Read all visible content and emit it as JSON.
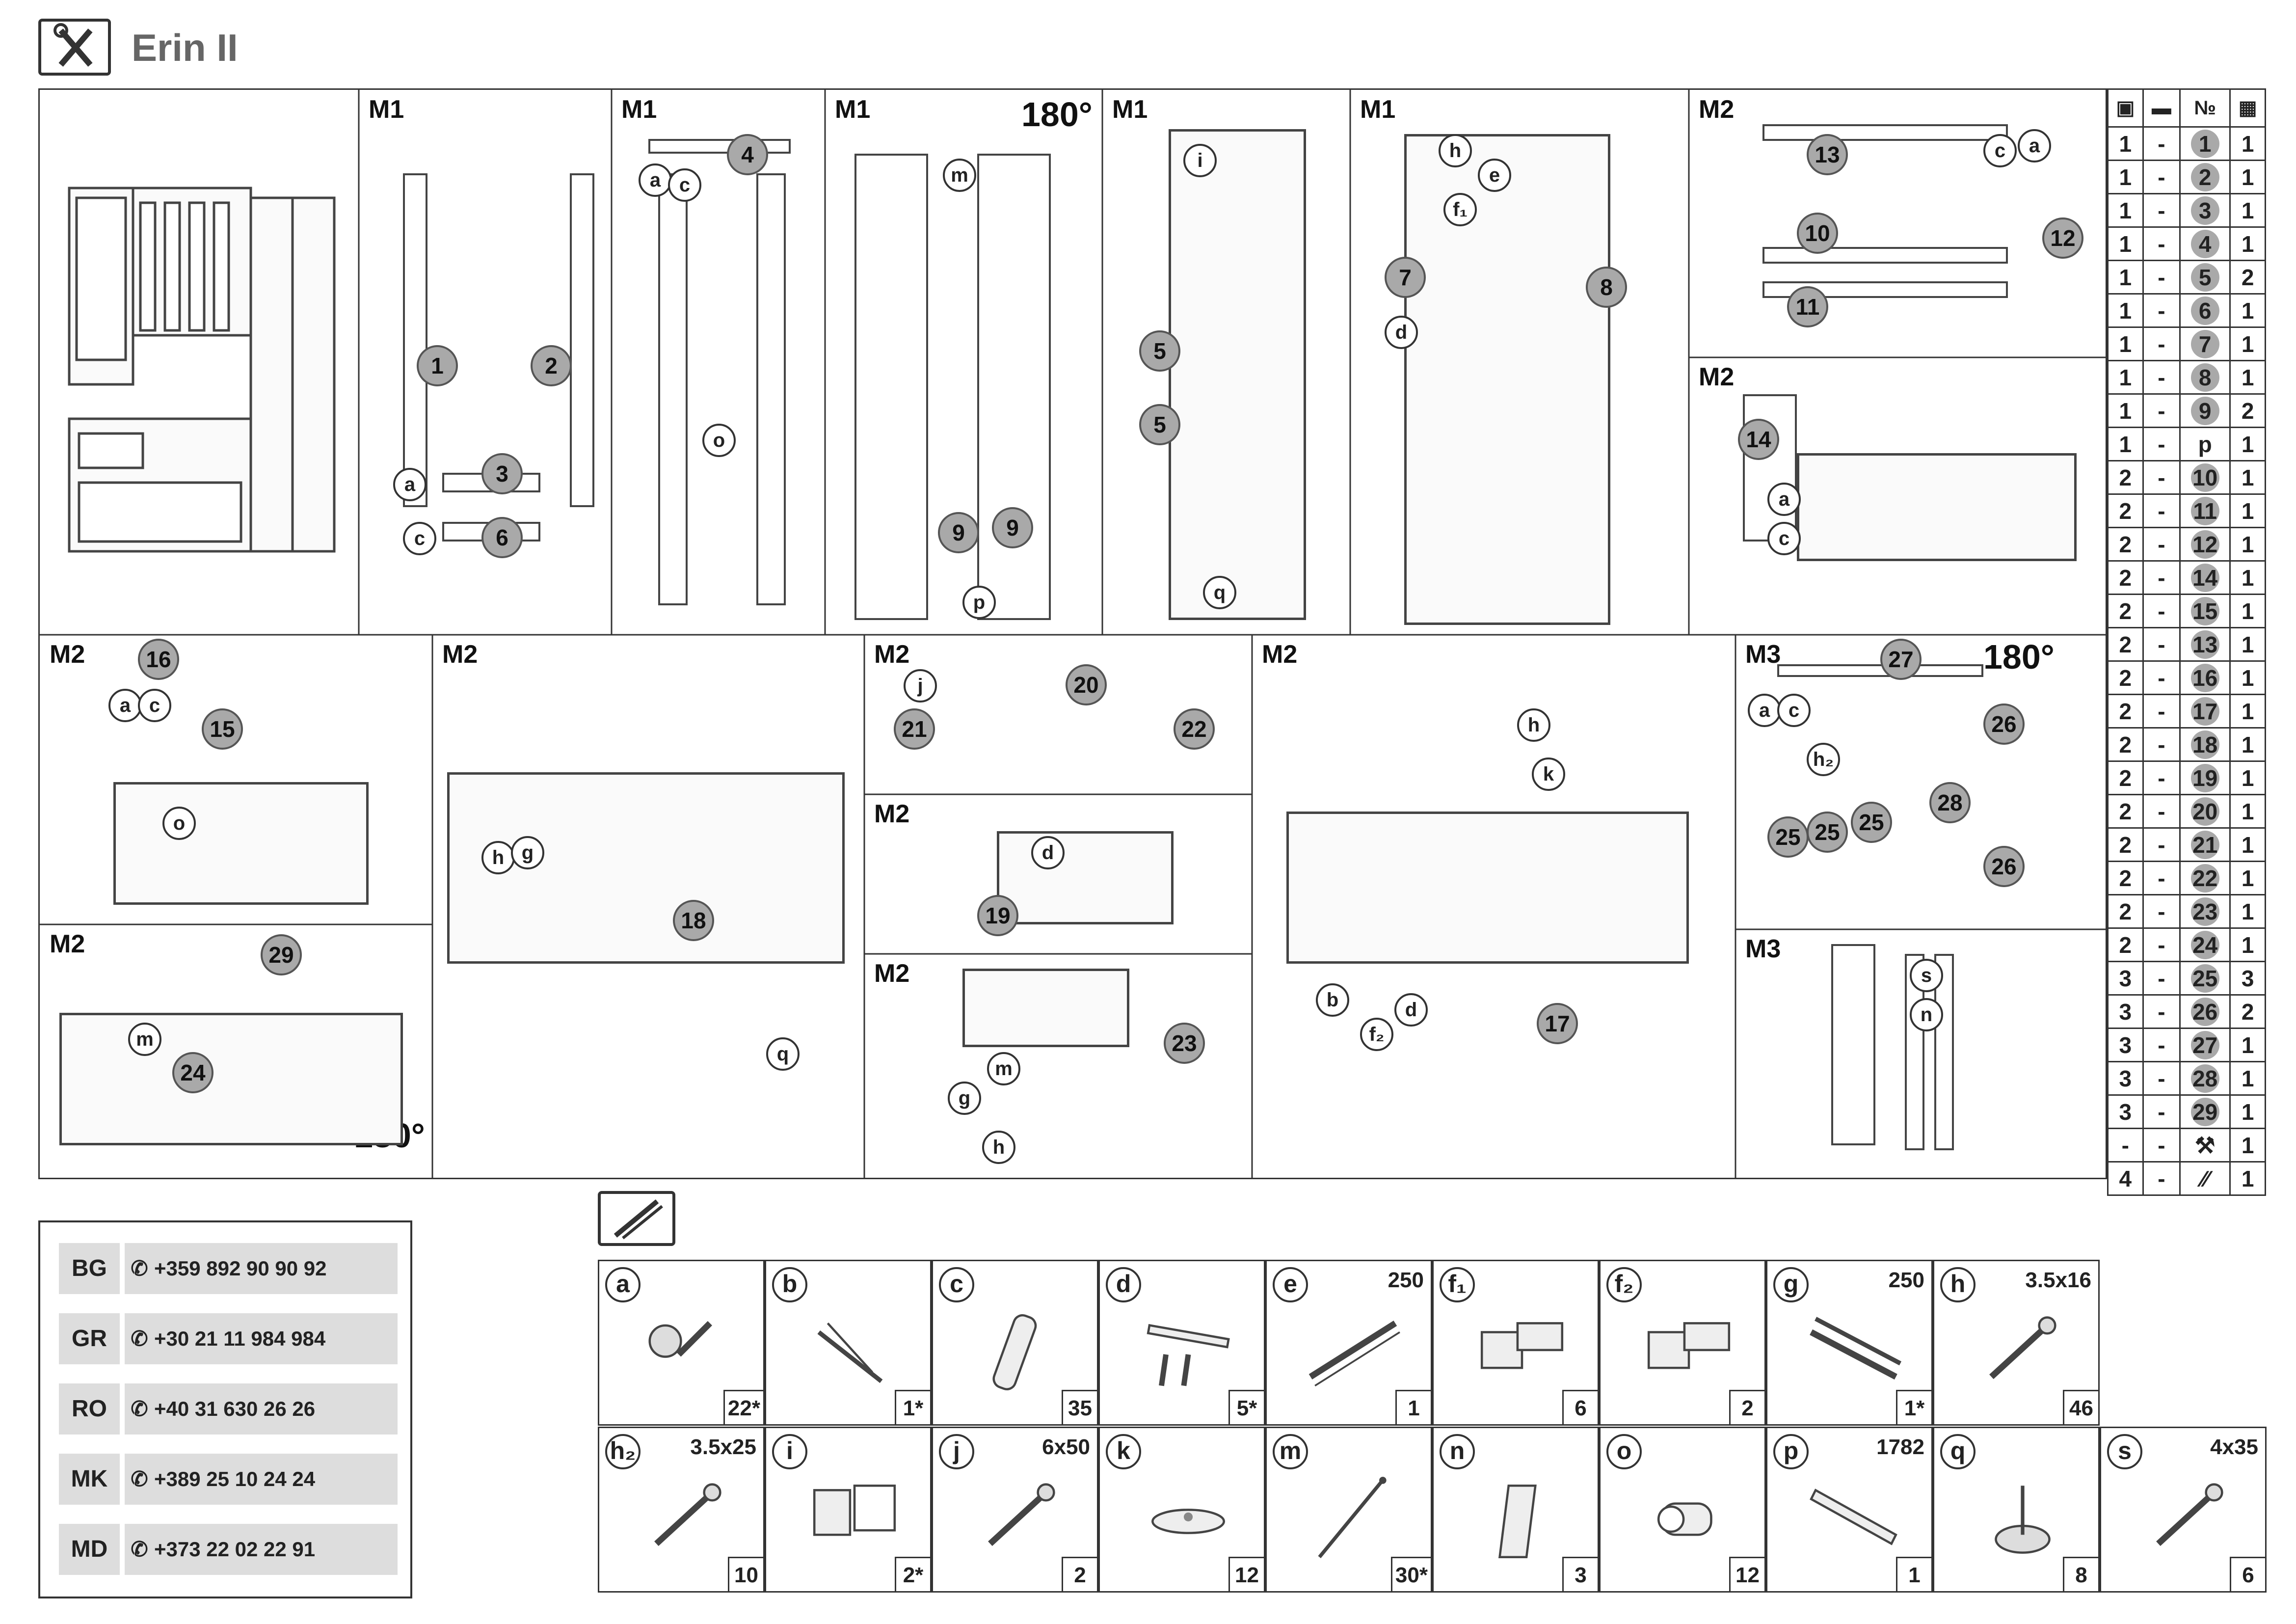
{
  "header": {
    "title": "Erin II",
    "icon": "tools-icon"
  },
  "steps": [
    {
      "label": "M1",
      "parts": [
        "1",
        "2",
        "3",
        "6"
      ],
      "fasteners": [
        "a",
        "c"
      ]
    },
    {
      "label": "M1",
      "parts": [
        "4"
      ],
      "fasteners": [
        "a",
        "c",
        "o"
      ]
    },
    {
      "label": "M1",
      "rotate": "180°",
      "parts": [
        "9",
        "9"
      ],
      "fasteners": [
        "m",
        "p"
      ]
    },
    {
      "label": "M1",
      "parts": [
        "5",
        "5"
      ],
      "fasteners": [
        "i",
        "q"
      ]
    },
    {
      "label": "M1",
      "parts": [
        "7",
        "8"
      ],
      "fasteners": [
        "h",
        "e",
        "f₁",
        "d"
      ]
    },
    {
      "label": "M2",
      "parts": [
        "13",
        "10",
        "11",
        "12"
      ],
      "fasteners": [
        "a",
        "c"
      ]
    },
    {
      "label": "M2",
      "parts": [
        "14"
      ],
      "fasteners": [
        "a",
        "c"
      ]
    },
    {
      "label": "M2",
      "parts": [
        "16",
        "15"
      ],
      "fasteners": [
        "a",
        "c",
        "o"
      ]
    },
    {
      "label": "M2",
      "parts": [
        "18"
      ],
      "fasteners": [
        "h",
        "g",
        "q"
      ]
    },
    {
      "label": "M2",
      "parts": [
        "20",
        "21",
        "22"
      ],
      "fasteners": [
        "j"
      ]
    },
    {
      "label": "M2",
      "parts": [
        "19"
      ],
      "fasteners": [
        "d"
      ]
    },
    {
      "label": "M2",
      "parts": [
        "23"
      ],
      "fasteners": [
        "m",
        "g",
        "h"
      ]
    },
    {
      "label": "M2",
      "parts": [
        "17"
      ],
      "fasteners": [
        "b",
        "d",
        "f₂",
        "h",
        "k"
      ]
    },
    {
      "label": "M3",
      "rotate": "180°",
      "parts": [
        "27",
        "26",
        "28",
        "25",
        "25",
        "25",
        "26"
      ],
      "fasteners": [
        "a",
        "c",
        "h₂"
      ]
    },
    {
      "label": "M3",
      "parts": [],
      "fasteners": [
        "s",
        "n"
      ]
    },
    {
      "label": "M2",
      "rotate": "180°",
      "parts": [
        "29",
        "24"
      ],
      "fasteners": [
        "m"
      ]
    }
  ],
  "parts_table": {
    "headers": [
      "box-icon",
      "layer-icon",
      "№",
      "qty-icon"
    ],
    "rows": [
      [
        "1",
        "-",
        "1",
        "1"
      ],
      [
        "1",
        "-",
        "2",
        "1"
      ],
      [
        "1",
        "-",
        "3",
        "1"
      ],
      [
        "1",
        "-",
        "4",
        "1"
      ],
      [
        "1",
        "-",
        "5",
        "2"
      ],
      [
        "1",
        "-",
        "6",
        "1"
      ],
      [
        "1",
        "-",
        "7",
        "1"
      ],
      [
        "1",
        "-",
        "8",
        "1"
      ],
      [
        "1",
        "-",
        "9",
        "2"
      ],
      [
        "1",
        "-",
        "p",
        "1"
      ],
      [
        "2",
        "-",
        "10",
        "1"
      ],
      [
        "2",
        "-",
        "11",
        "1"
      ],
      [
        "2",
        "-",
        "12",
        "1"
      ],
      [
        "2",
        "-",
        "14",
        "1"
      ],
      [
        "2",
        "-",
        "15",
        "1"
      ],
      [
        "2",
        "-",
        "13",
        "1"
      ],
      [
        "2",
        "-",
        "16",
        "1"
      ],
      [
        "2",
        "-",
        "17",
        "1"
      ],
      [
        "2",
        "-",
        "18",
        "1"
      ],
      [
        "2",
        "-",
        "19",
        "1"
      ],
      [
        "2",
        "-",
        "20",
        "1"
      ],
      [
        "2",
        "-",
        "21",
        "1"
      ],
      [
        "2",
        "-",
        "22",
        "1"
      ],
      [
        "2",
        "-",
        "23",
        "1"
      ],
      [
        "2",
        "-",
        "24",
        "1"
      ],
      [
        "3",
        "-",
        "25",
        "3"
      ],
      [
        "3",
        "-",
        "26",
        "2"
      ],
      [
        "3",
        "-",
        "27",
        "1"
      ],
      [
        "3",
        "-",
        "28",
        "1"
      ],
      [
        "3",
        "-",
        "29",
        "1"
      ],
      [
        "-",
        "-",
        "tools",
        "1"
      ],
      [
        "4",
        "-",
        "handles",
        "1"
      ]
    ]
  },
  "contacts": [
    {
      "code": "BG",
      "phone": "+359 892 90 90 92"
    },
    {
      "code": "GR",
      "phone": "+30 21 11 984 984"
    },
    {
      "code": "RO",
      "phone": "+40 31 630 26 26"
    },
    {
      "code": "MK",
      "phone": "+389 25 10 24 24"
    },
    {
      "code": "MD",
      "phone": "+373 22 02 22 91"
    }
  ],
  "hardware": [
    {
      "letter": "a",
      "size": "",
      "qty": "22*",
      "icon": "cam-lock-icon"
    },
    {
      "letter": "b",
      "size": "",
      "qty": "1*",
      "icon": "lift-stay-icon"
    },
    {
      "letter": "c",
      "size": "",
      "qty": "35",
      "icon": "wood-dowel-icon"
    },
    {
      "letter": "d",
      "size": "",
      "qty": "5*",
      "icon": "handle-icon"
    },
    {
      "letter": "e",
      "size": "250",
      "qty": "1",
      "icon": "rail-icon"
    },
    {
      "letter": "f₁",
      "size": "",
      "qty": "6",
      "icon": "hinge-icon"
    },
    {
      "letter": "f₂",
      "size": "",
      "qty": "2",
      "icon": "hinge-icon"
    },
    {
      "letter": "g",
      "size": "250",
      "qty": "1*",
      "icon": "drawer-slide-icon"
    },
    {
      "letter": "h",
      "size": "3.5x16",
      "qty": "46",
      "icon": "screw-icon"
    },
    {
      "letter": "h₂",
      "size": "3.5x25",
      "qty": "10",
      "icon": "screw-icon"
    },
    {
      "letter": "i",
      "size": "",
      "qty": "2*",
      "icon": "bracket-icon"
    },
    {
      "letter": "j",
      "size": "6x50",
      "qty": "2",
      "icon": "screw-icon"
    },
    {
      "letter": "k",
      "size": "",
      "qty": "12",
      "icon": "disc-icon"
    },
    {
      "letter": "m",
      "size": "",
      "qty": "30*",
      "icon": "nail-icon"
    },
    {
      "letter": "n",
      "size": "",
      "qty": "3",
      "icon": "pad-icon"
    },
    {
      "letter": "o",
      "size": "",
      "qty": "12",
      "icon": "shelf-pin-icon"
    },
    {
      "letter": "p",
      "size": "1782",
      "qty": "1",
      "icon": "profile-icon"
    },
    {
      "letter": "q",
      "size": "",
      "qty": "8",
      "icon": "glide-icon"
    },
    {
      "letter": "s",
      "size": "4x35",
      "qty": "6",
      "icon": "screw-icon"
    }
  ]
}
